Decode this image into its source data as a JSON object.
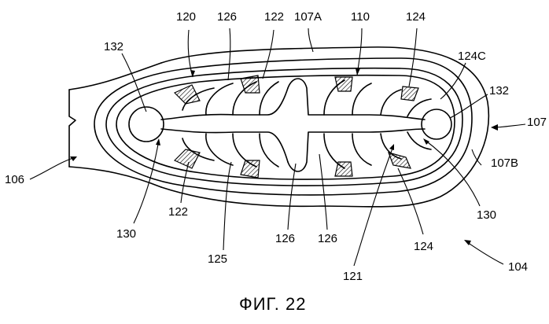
{
  "figure": {
    "caption": "ФИГ. 22",
    "labels": {
      "l120": "120",
      "l126a": "126",
      "l122a": "122",
      "l107A": "107A",
      "l110": "110",
      "l124a": "124",
      "l124C": "124C",
      "l132a": "132",
      "l132b": "132",
      "l107": "107",
      "l107B": "107B",
      "l106": "106",
      "l130a": "130",
      "l122b": "122",
      "l125": "125",
      "l126b": "126",
      "l126c": "126",
      "l121": "121",
      "l124b": "124",
      "l130b": "130",
      "l104": "104"
    }
  }
}
